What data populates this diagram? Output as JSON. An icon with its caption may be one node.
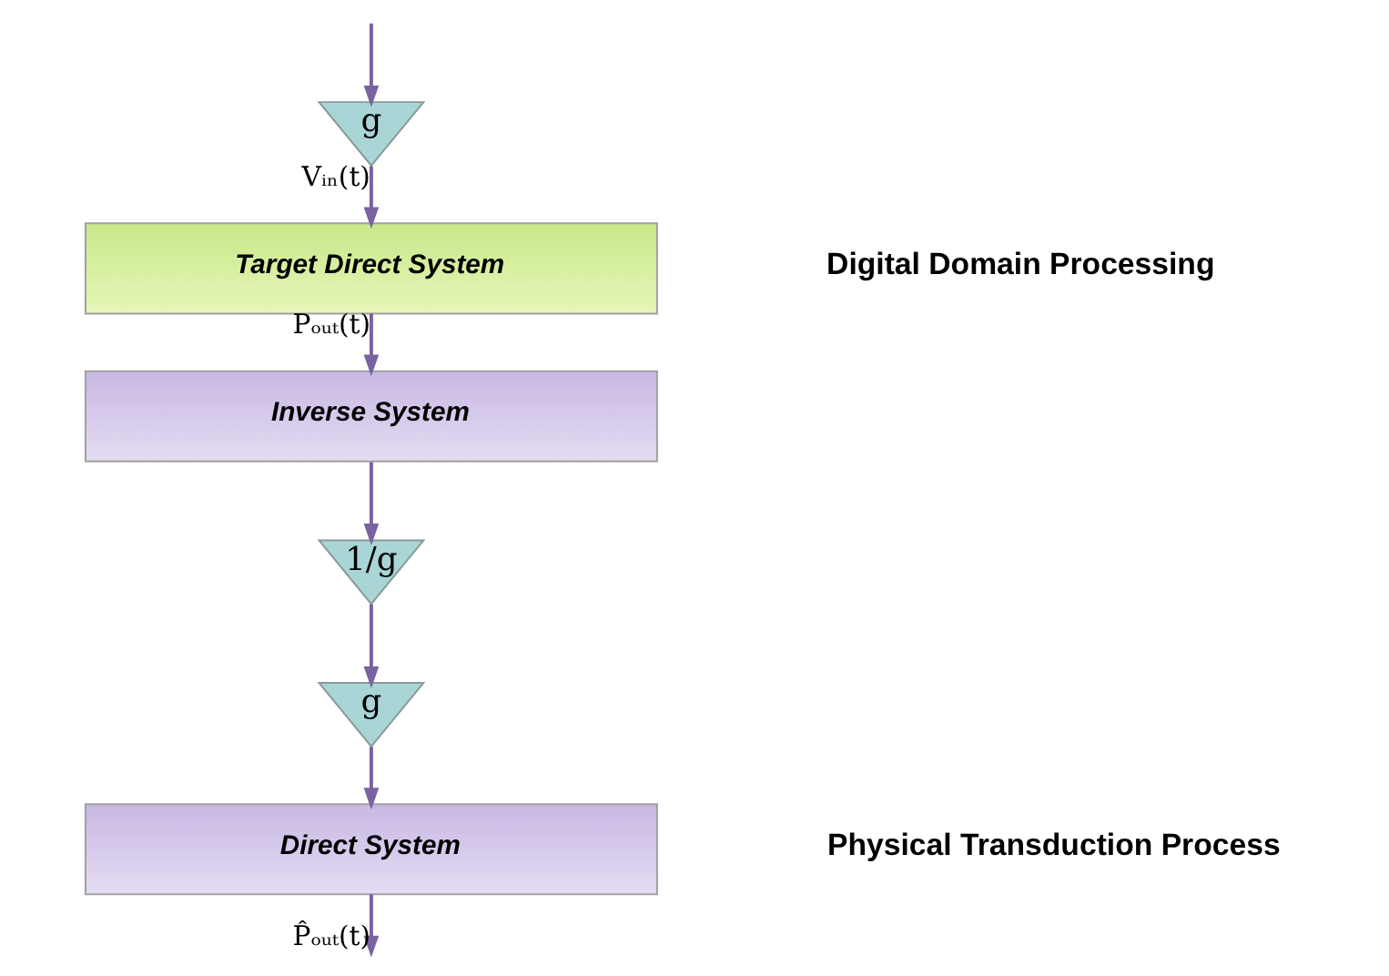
{
  "diagram": {
    "nodes": [
      {
        "text": [
          "g"
        ]
      },
      {
        "text": [
          "Target Direct System"
        ]
      },
      {
        "text": [
          "Inverse System"
        ]
      },
      {
        "text": [
          "1/g"
        ]
      },
      {
        "text": [
          "g"
        ]
      },
      {
        "text": [
          "Direct System"
        ]
      }
    ],
    "edges": [
      {
        "from": null,
        "to": 0,
        "arrow": "to"
      },
      {
        "from": 0,
        "to": 1,
        "arrow": "to",
        "label": "Vᵢₙ(t)"
      },
      {
        "from": 1,
        "to": 2,
        "arrow": "to",
        "label": "Pₒᵤₜ(t)"
      },
      {
        "from": 2,
        "to": 3,
        "arrow": "to"
      },
      {
        "from": 3,
        "to": 4,
        "arrow": "to"
      },
      {
        "from": 4,
        "to": 5,
        "arrow": "to"
      },
      {
        "from": 5,
        "to": null,
        "arrow": "to",
        "label": "P̂ₒᵤₜ(t)"
      }
    ],
    "labels": [
      "Digital Domain Processing",
      "Physical Transduction Process"
    ]
  }
}
